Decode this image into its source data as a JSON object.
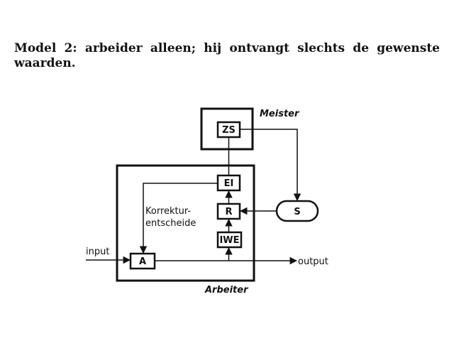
{
  "caption": "Model 2: arbeider alleen; hij ontvangt slechts de gewenste waarden.",
  "diagram": {
    "meister_label": "Meister",
    "arbeiter_label": "Arbeiter",
    "box_zs": "ZS",
    "box_ei": "EI",
    "box_r": "R",
    "box_iwe": "IWE",
    "box_a": "A",
    "node_s": "S",
    "korrektur_line1": "Korrektur-",
    "korrektur_line2": "entscheide",
    "input_label": "input",
    "output_label": "output"
  }
}
